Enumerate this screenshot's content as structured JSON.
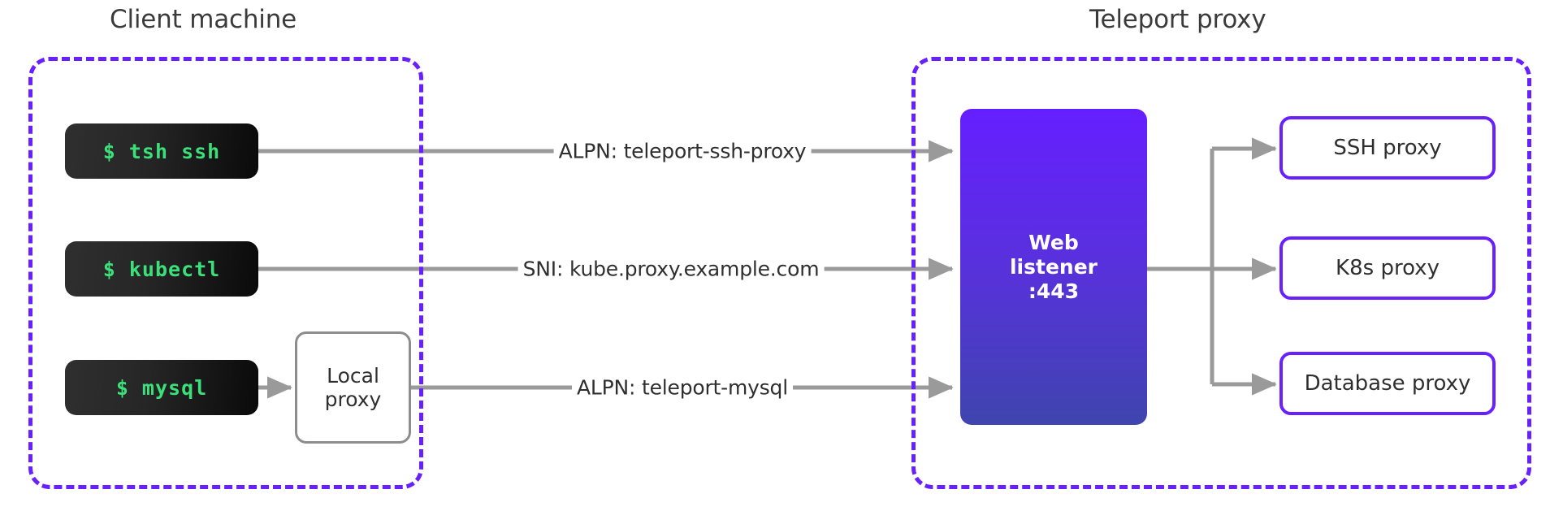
{
  "diagram": {
    "title": "Teleport ALPN / SNI routing through the proxy web listener",
    "background": "#ffffff",
    "colors": {
      "group_border": "#6820ff",
      "node_border_purple": "#6820ff",
      "node_border_gray": "#8d8d8d",
      "wire": "#9a9a9a",
      "terminal_text": "#3ce07a",
      "terminal_bg_start": "#2f2f2f",
      "terminal_bg_end": "#0a0a0a",
      "listener_gradient_start": "#651fff",
      "listener_gradient_end": "#3f45ae",
      "text": "#2f2f2f"
    }
  },
  "groups": [
    {
      "id": "client-machine",
      "label": "Client machine"
    },
    {
      "id": "teleport-proxy",
      "label": "Teleport proxy"
    }
  ],
  "client": {
    "commands": [
      {
        "id": "tsh-ssh",
        "label": "$ tsh ssh"
      },
      {
        "id": "kubectl",
        "label": "$ kubectl"
      },
      {
        "id": "mysql",
        "label": "$ mysql"
      }
    ],
    "local_proxy": {
      "id": "local-proxy",
      "line1": "Local",
      "line2": "proxy"
    }
  },
  "edges": [
    {
      "id": "edge-ssh",
      "label": "ALPN: teleport-ssh-proxy",
      "from": "tsh-ssh",
      "to": "web-listener"
    },
    {
      "id": "edge-kube",
      "label": "SNI: kube.proxy.example.com",
      "from": "kubectl",
      "to": "web-listener"
    },
    {
      "id": "edge-mysql",
      "label": "ALPN: teleport-mysql",
      "from": "local-proxy",
      "to": "web-listener"
    }
  ],
  "proxy": {
    "listener": {
      "id": "web-listener",
      "line1": "Web",
      "line2": "listener",
      "line3": ":443"
    },
    "services": [
      {
        "id": "ssh-proxy",
        "label": "SSH proxy"
      },
      {
        "id": "k8s-proxy",
        "label": "K8s proxy"
      },
      {
        "id": "database-proxy",
        "label": "Database proxy"
      }
    ]
  }
}
